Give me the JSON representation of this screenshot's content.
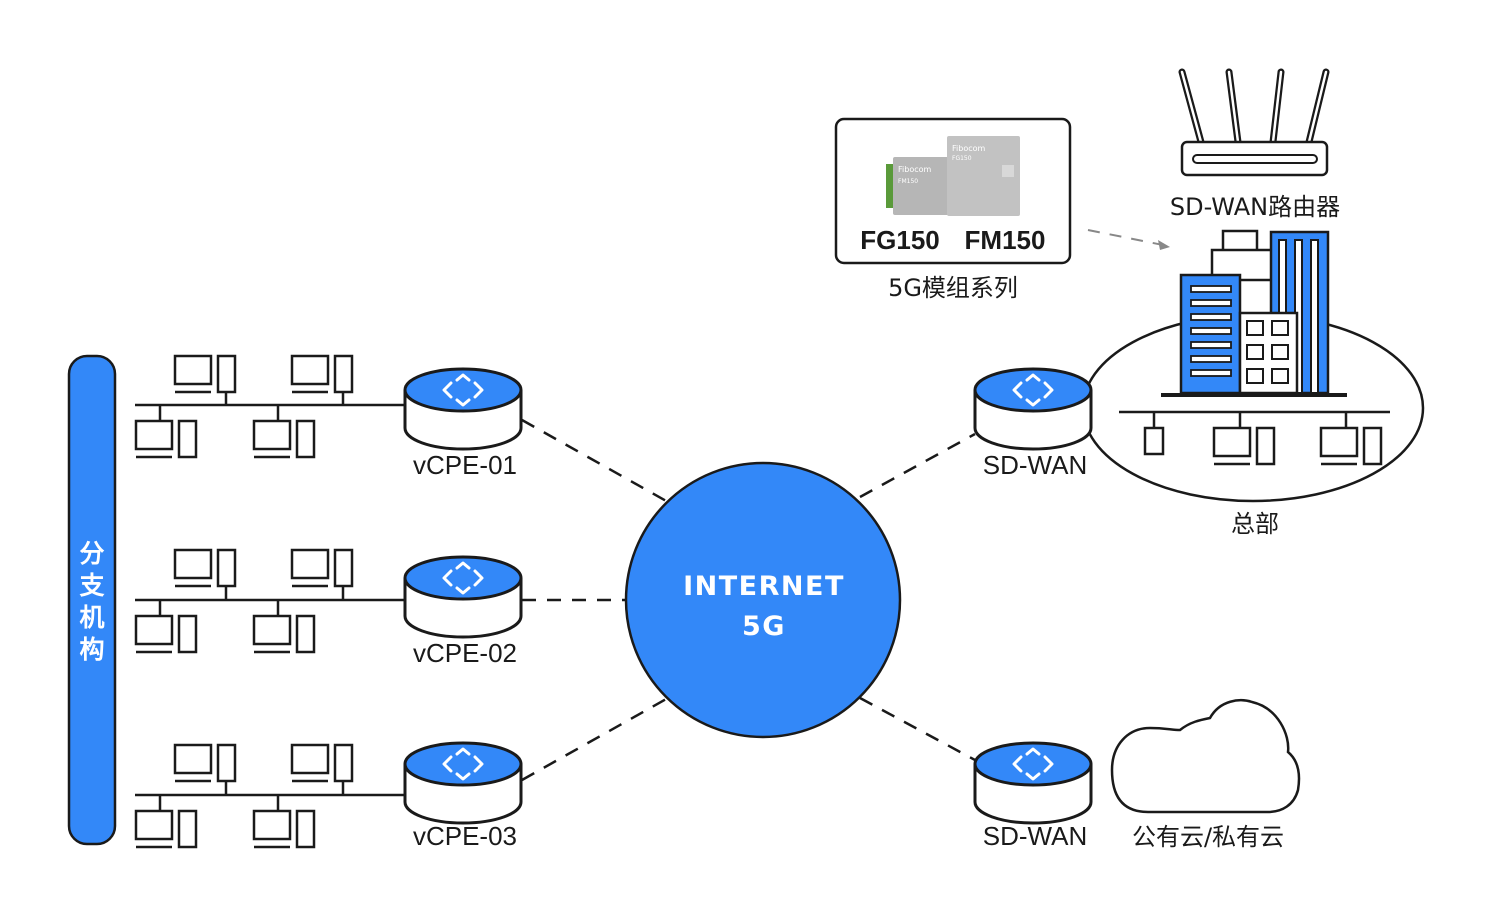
{
  "colors": {
    "accent_blue": "#3388f8",
    "line": "#1a1a1a",
    "background": "#ffffff",
    "module_gray": "#b8b8b8"
  },
  "branch": {
    "label": "分支机构",
    "chars": [
      "分",
      "支",
      "机",
      "构"
    ],
    "sites": [
      {
        "router_label": "vCPE-01",
        "pc_count": 4,
        "icon": "router-icon"
      },
      {
        "router_label": "vCPE-02",
        "pc_count": 4,
        "icon": "router-icon"
      },
      {
        "router_label": "vCPE-03",
        "pc_count": 4,
        "icon": "router-icon"
      }
    ]
  },
  "internet": {
    "line1": "INTERNET",
    "line2": "5G",
    "icon": "globe-network-icon"
  },
  "module_card": {
    "chip_brand": "Fibocom",
    "chips": [
      "FM150",
      "FG150"
    ],
    "models_text": "FG150   FM150",
    "model_a": "FG150",
    "model_b": "FM150",
    "caption": "5G模组系列"
  },
  "sdwan_router": {
    "label": "SD-WAN路由器",
    "icon": "wireless-router-icon"
  },
  "headquarters": {
    "router_label": "SD-WAN",
    "caption": "总部",
    "icon": "office-building-icon",
    "devices": [
      "phone",
      "pc",
      "pc"
    ]
  },
  "cloud": {
    "router_label": "SD-WAN",
    "caption": "公有云/私有云",
    "icon": "cloud-icon"
  }
}
